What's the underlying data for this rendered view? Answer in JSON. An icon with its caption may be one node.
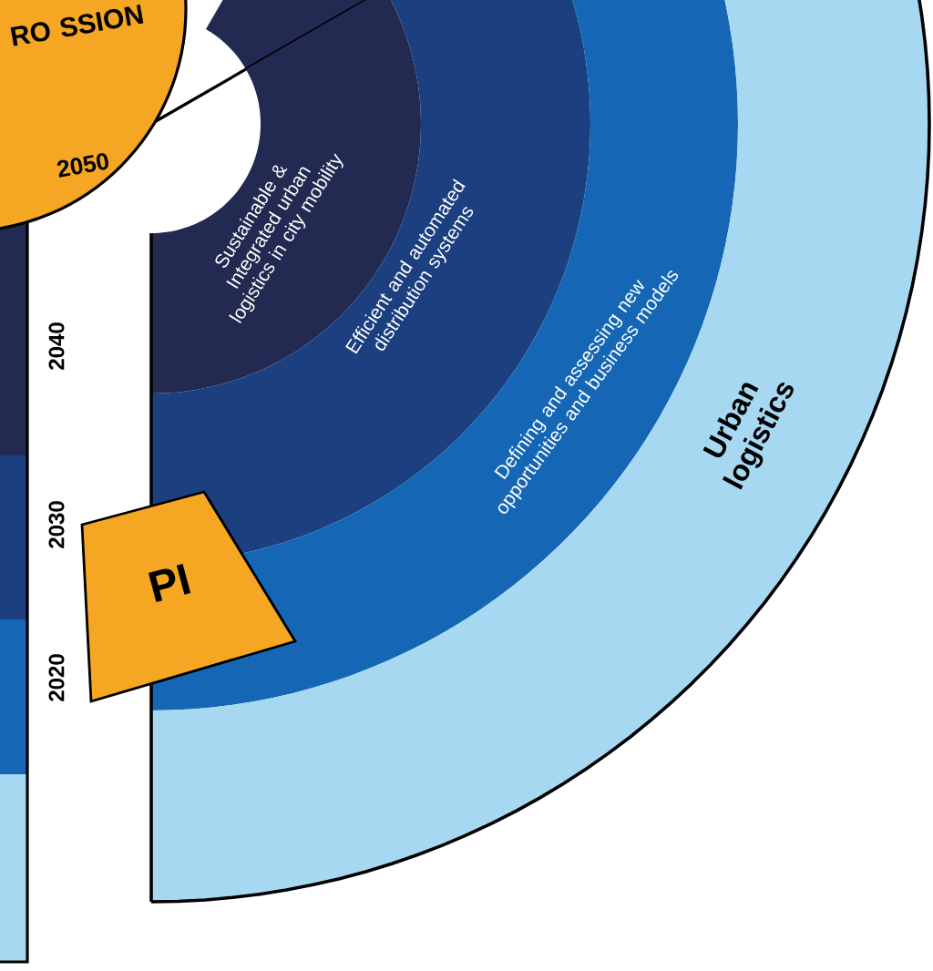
{
  "diagram": {
    "nodes": [
      {
        "text": [
          "RO SSION",
          "2050"
        ]
      },
      {
        "text": [
          "Sustainable & Integrated urban logistics in city mobility"
        ]
      },
      {
        "text": [
          "Efficient and automated distribution systems"
        ]
      },
      {
        "text": [
          "Defining and assessing new opportunities and business models"
        ]
      },
      {
        "text": [
          "Urban logistics"
        ]
      },
      {
        "text": [
          "PI"
        ]
      }
    ],
    "labels": [
      "2040",
      "2030",
      "2020"
    ]
  }
}
